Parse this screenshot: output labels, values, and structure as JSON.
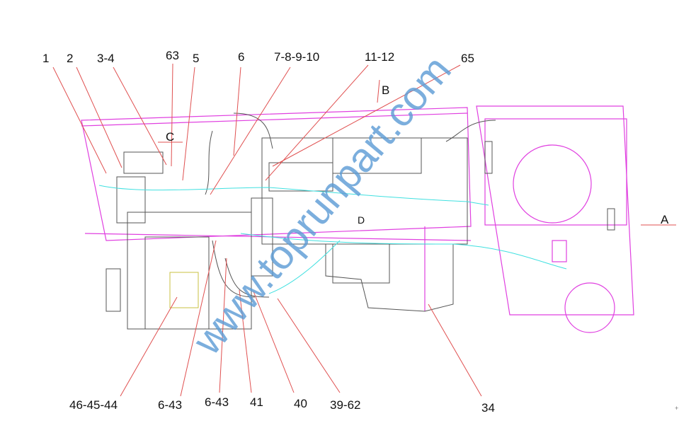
{
  "top_labels": [
    "1",
    "2",
    "3-4",
    "63",
    "5",
    "6",
    "7-8-9-10",
    "11-12",
    "65"
  ],
  "bottom_labels": [
    "46-45-44",
    "6-43",
    "6-43",
    "41",
    "40",
    "39-62",
    "34"
  ],
  "view_markers": {
    "a": "A",
    "b": "B",
    "c": "C",
    "d": "D"
  },
  "watermark": "www.toprunpart.com",
  "colors": {
    "leader": "#e05050",
    "outline": "#e040e0",
    "harness": "#40e0e0",
    "watermark": "#5b9bd5"
  }
}
